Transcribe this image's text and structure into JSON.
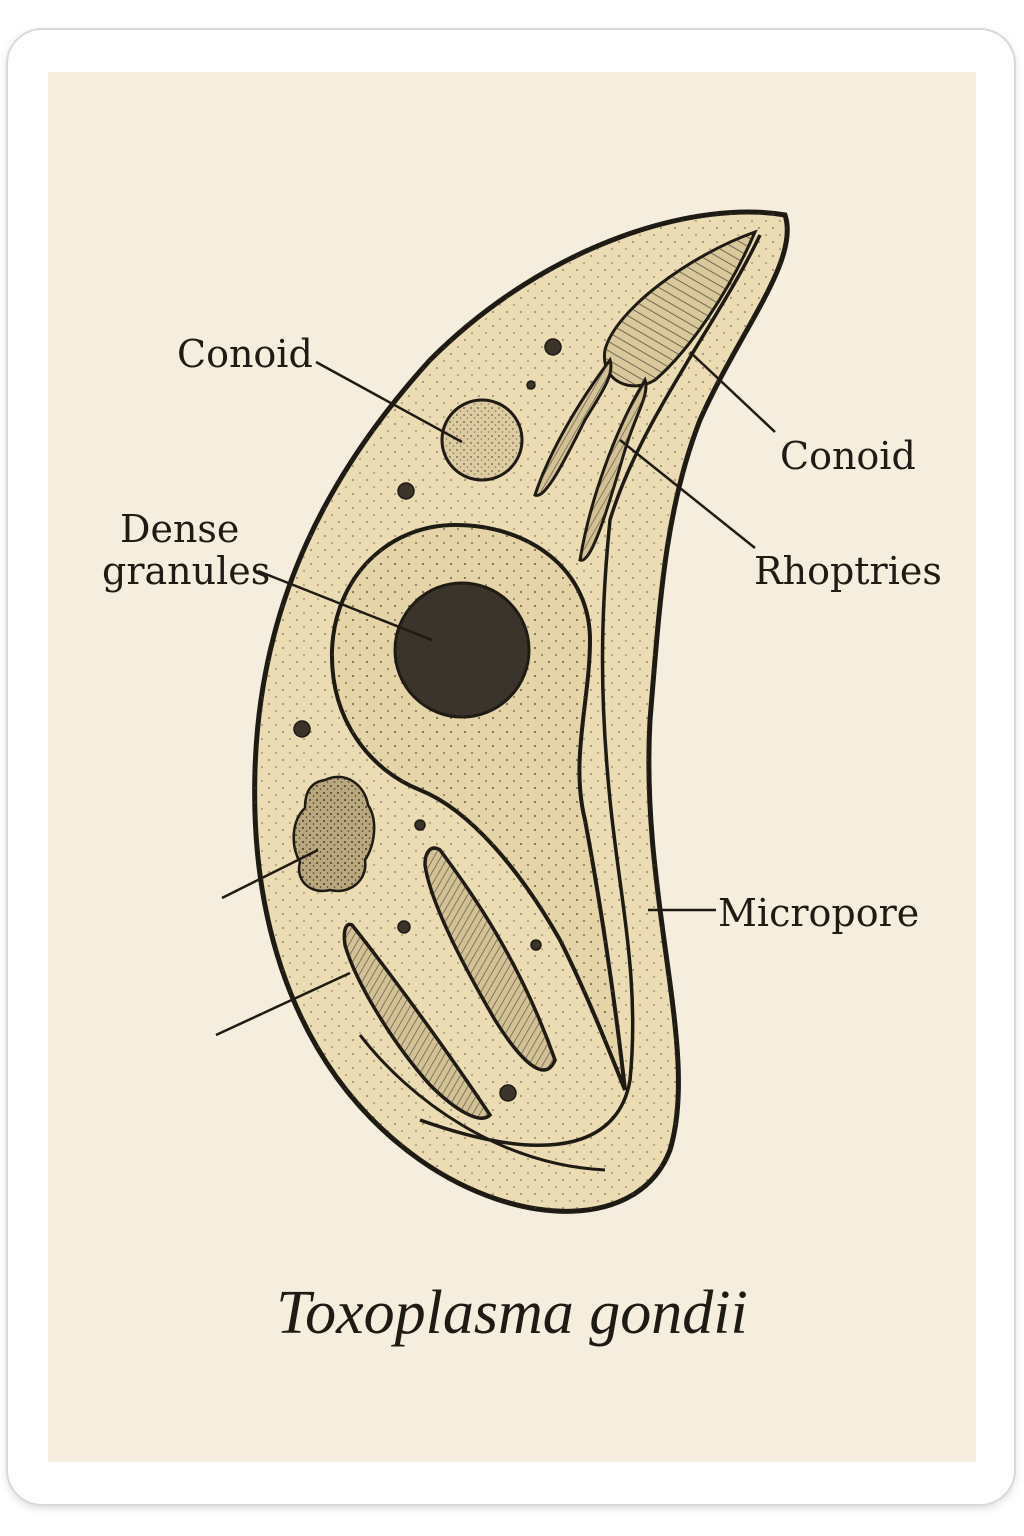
{
  "labels": {
    "conoid_left": "Conoid",
    "dense_line1": "Dense",
    "dense_line2": "granules",
    "conoid_right": "Conoid",
    "rhoptries": "Rhoptries",
    "micropore": "Micropore"
  },
  "caption": "Toxoplasma gondii",
  "colors": {
    "paper": "#f5eedf",
    "cell_fill": "#ecdcb4",
    "ink": "#1e1a14",
    "nucleolus": "#3a342a"
  }
}
